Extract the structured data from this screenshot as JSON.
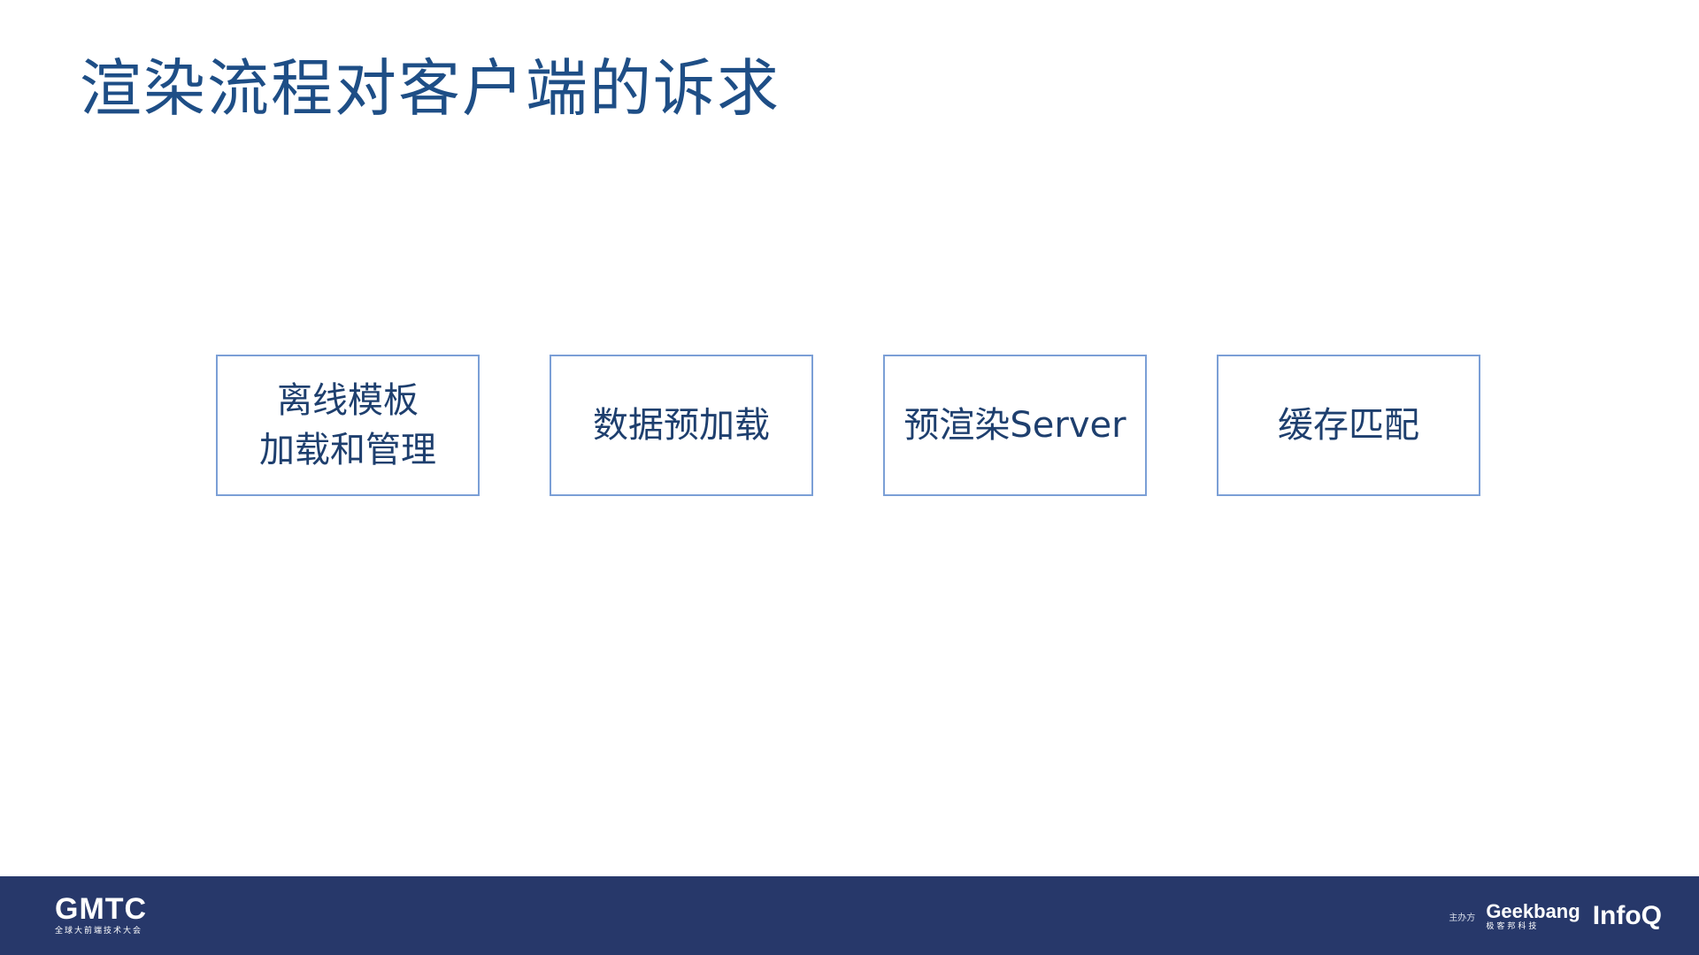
{
  "slide": {
    "title": "渲染流程对客户端的诉求"
  },
  "boxes": [
    {
      "lines": [
        "离线模板",
        "加载和管理"
      ]
    },
    {
      "lines": [
        "数据预加载"
      ]
    },
    {
      "lines": [
        "预渲染Server"
      ]
    },
    {
      "lines": [
        "缓存匹配"
      ]
    }
  ],
  "footer": {
    "background_color": "#27386a",
    "logo": {
      "mark": "GMTC",
      "subtitle": "全球大前端技术大会"
    },
    "sponsor_label": "主办方",
    "geekbang": {
      "name": "Geekbang",
      "subtitle": "极客邦科技"
    },
    "infoq": "InfoQ"
  },
  "colors": {
    "title": "#1e4e86",
    "box_border": "#7b9fd6",
    "box_text": "#1e3f6e"
  }
}
